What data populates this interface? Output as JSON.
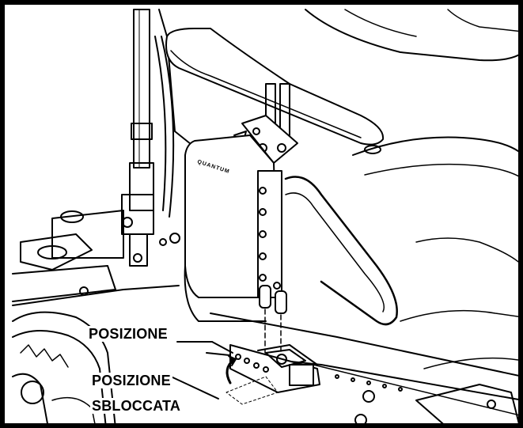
{
  "labels": {
    "lock_position": "POSIZIONE",
    "unlock_position_line1": "POSIZIONE",
    "unlock_position_line2": "SBLOCCATA"
  },
  "armrest_brand": "QUANTUM",
  "colors": {
    "line": "#000000",
    "background": "#ffffff",
    "frame": "#000000"
  }
}
